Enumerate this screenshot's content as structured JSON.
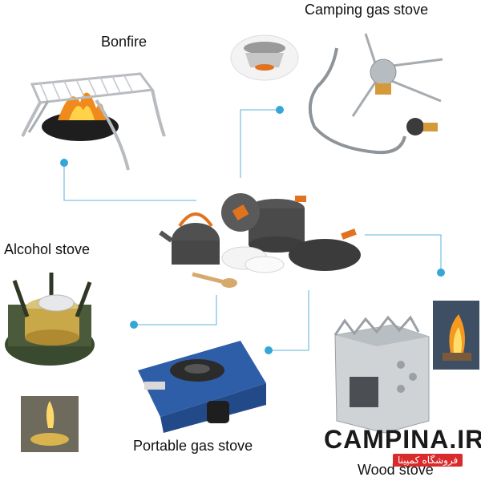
{
  "labels": {
    "bonfire": "Bonfire",
    "camping_gas_stove": "Camping gas stove",
    "alcohol_stove": "Alcohol stove",
    "portable_gas_stove": "Portable gas stove",
    "wood_stove": "Wood stove"
  },
  "watermark": {
    "brand_left": "CAM",
    "brand_right": "PINA.IR",
    "tagline": "فروشگاه کمپینا"
  },
  "colors": {
    "connector": "#35a6d6",
    "accent": "#e0731f",
    "brand_red": "#d92b2b"
  }
}
